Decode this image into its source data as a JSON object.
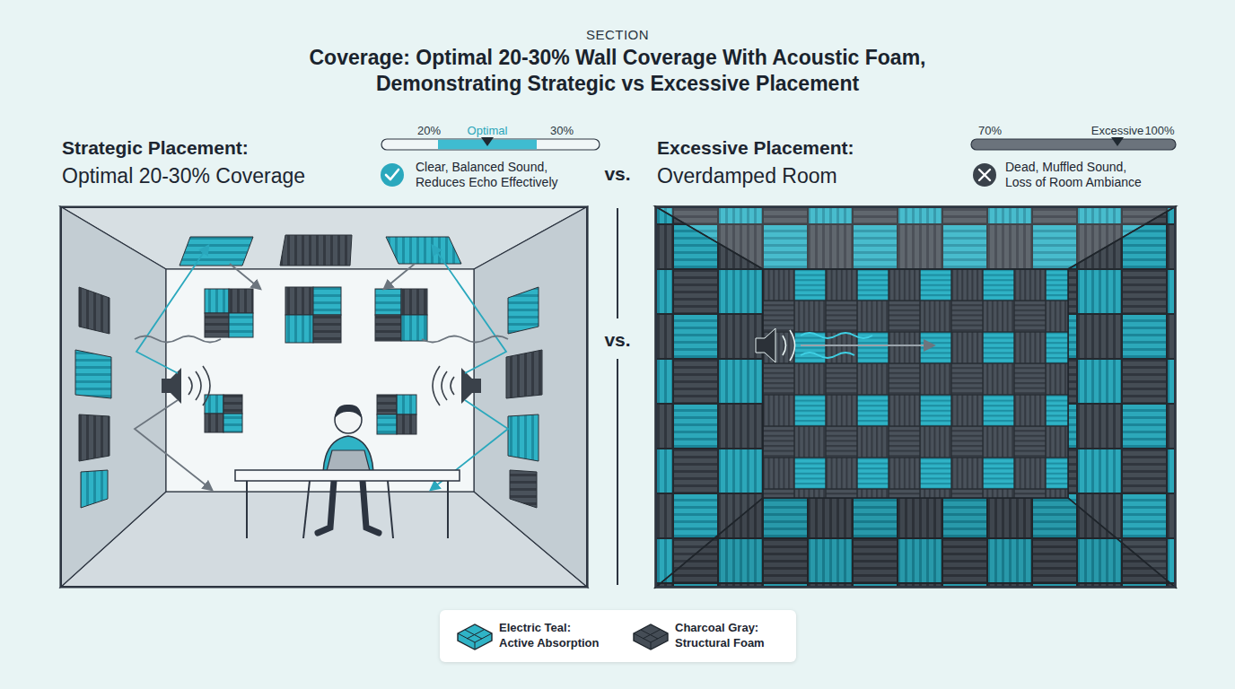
{
  "diagram": {
    "title": "Coverage: Optimal 20-30% Wall Coverage With Acoustic Foam, Demonstrating Strategic vs Excessive Placement",
    "nodes": [
      {
        "text": [
          "Strategic Placement:",
          "Optimal 20-30% Coverage"
        ]
      },
      {
        "text": [
          "Excessive Placement:",
          "Overdamped Room"
        ]
      }
    ],
    "labels": [
      "SECTION",
      "20%",
      "Optimal",
      "30%",
      "Clear, Balanced Sound, Reduces Echo Effectively",
      "vs.",
      "vs.",
      "70%",
      "Excessive",
      "100%",
      "Dead, Muffled Sound, Loss of Room Ambiance"
    ],
    "legend": [
      {
        "text": "Electric Teal: Active Absorption",
        "color": "#2fb3c6"
      },
      {
        "text": "Charcoal Gray: Structural Foam",
        "color": "#454d56"
      }
    ]
  }
}
